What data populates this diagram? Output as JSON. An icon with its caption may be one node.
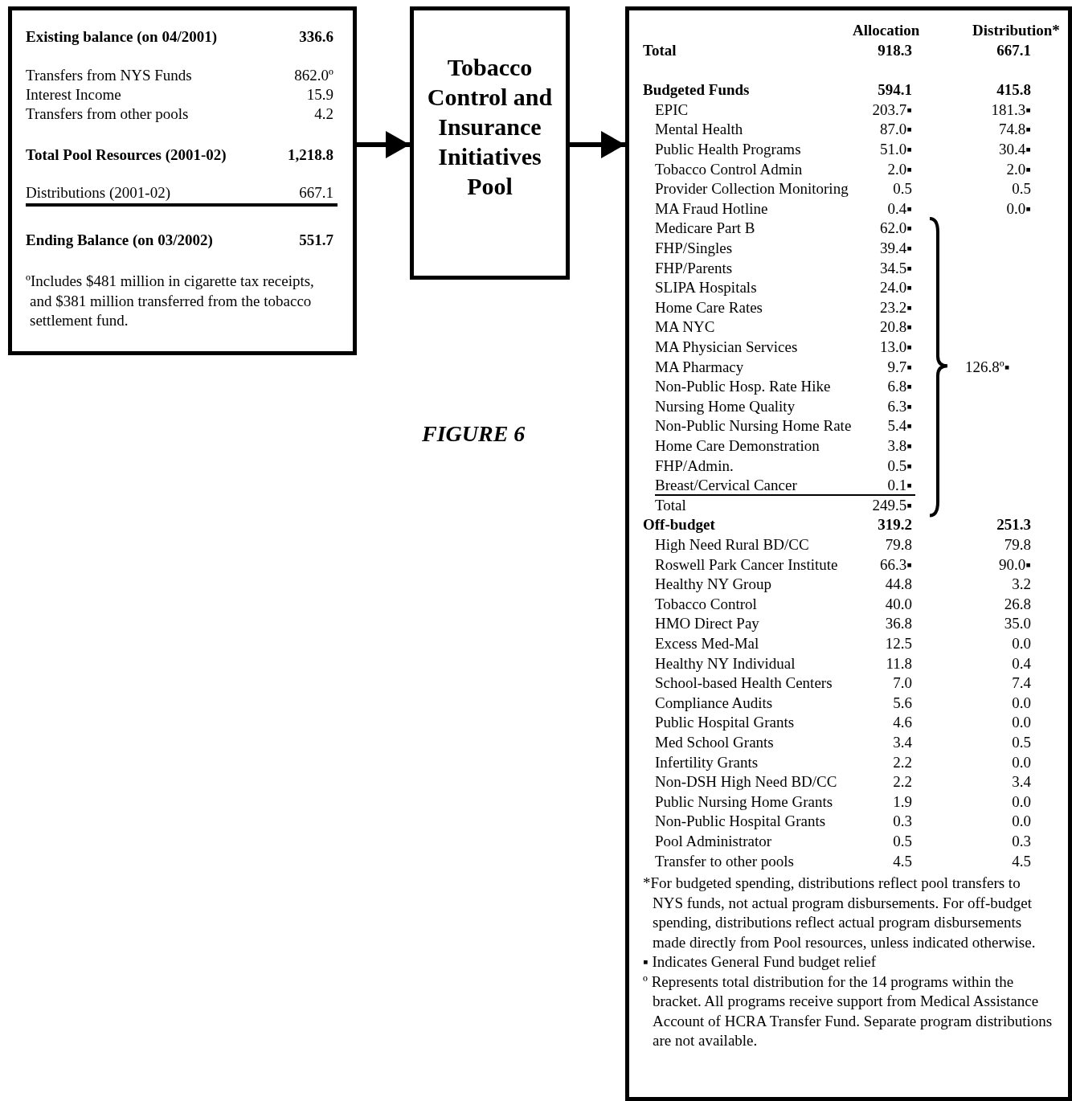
{
  "diagram": {
    "title": "FIGURE 6",
    "nodes": [
      {
        "text": [
          "Existing balance (on 04/2001)",
          "336.6",
          "Transfers from NYS Funds",
          "862.0º",
          "Interest Income",
          "15.9",
          "Transfers from other pools",
          "4.2",
          "Total Pool Resources (2001-02)",
          "1,218.8",
          "Distributions (2001-02)",
          "667.1",
          "Ending Balance (on 03/2002)",
          "551.7",
          "ºIncludes $481 million in cigarette tax receipts, and $381 million transferred from the tobacco settlement fund."
        ]
      },
      {
        "text": [
          "Tobacco Control and Insurance Initiatives Pool"
        ]
      },
      {
        "text": [
          "Allocation",
          "Distribution*",
          "Total",
          "918.3",
          "667.1",
          "Budgeted Funds",
          "594.1",
          "415.8",
          "EPIC",
          "203.7▪",
          "181.3▪",
          "Mental Health",
          "87.0▪",
          "74.8▪",
          "Public Health Programs",
          "51.0▪",
          "30.4▪",
          "Tobacco Control Admin",
          "2.0▪",
          "2.0▪",
          "Provider Collection Monitoring",
          "0.5",
          "0.5",
          "MA Fraud Hotline",
          "0.4▪",
          "0.0▪",
          "Medicare Part B",
          "62.0▪",
          "FHP/Singles",
          "39.4▪",
          "FHP/Parents",
          "34.5▪",
          "SLIPA Hospitals",
          "24.0▪",
          "Home Care Rates",
          "23.2▪",
          "MA NYC",
          "20.8▪",
          "MA Physician Services",
          "13.0▪",
          "MA Pharmacy",
          "9.7▪",
          "Non-Public Hosp. Rate Hike",
          "6.8▪",
          "Nursing Home Quality",
          "6.3▪",
          "Non-Public Nursing Home Rate",
          "5.4▪",
          "Home Care Demonstration",
          "3.8▪",
          "FHP/Admin.",
          "0.5▪",
          "Breast/Cervical Cancer",
          "0.1▪",
          "Total",
          "249.5▪",
          "126.8º▪",
          "Off-budget",
          "319.2",
          "251.3",
          "High Need Rural BD/CC",
          "79.8",
          "79.8",
          "Roswell Park Cancer Institute",
          "66.3▪",
          "90.0▪",
          "Healthy NY Group",
          "44.8",
          "3.2",
          "Tobacco Control",
          "40.0",
          "26.8",
          "HMO Direct Pay",
          "36.8",
          "35.0",
          "Excess Med-Mal",
          "12.5",
          "0.0",
          "Healthy NY Individual",
          "11.8",
          "0.4",
          "School-based Health Centers",
          "7.0",
          "7.4",
          "Compliance Audits",
          "5.6",
          "0.0",
          "Public Hospital Grants",
          "4.6",
          "0.0",
          "Med School Grants",
          "3.4",
          "0.5",
          "Infertility Grants",
          "2.2",
          "0.0",
          "Non-DSH High Need BD/CC",
          "2.2",
          "3.4",
          "Public Nursing Home Grants",
          "1.9",
          "0.0",
          "Non-Public Hospital Grants",
          "0.3",
          "0.0",
          "Pool Administrator",
          "0.5",
          "0.3",
          "Transfer to other pools",
          "4.5",
          "4.5",
          "*For budgeted spending, distributions reflect pool transfers to NYS funds, not actual program disbursements.  For off-budget spending, distributions reflect actual program disbursements made directly from Pool resources, unless indicated otherwise.",
          "▪ Indicates General Fund budget relief",
          "º Represents total distribution for the 14 programs within the bracket.  All programs receive support from Medical Assistance Account of HCRA Transfer Fund.  Separate program distributions are not available."
        ]
      }
    ],
    "edges": [
      {
        "from": 0,
        "to": 1,
        "arrow": "to"
      },
      {
        "from": 1,
        "to": 2,
        "arrow": "to"
      }
    ]
  }
}
